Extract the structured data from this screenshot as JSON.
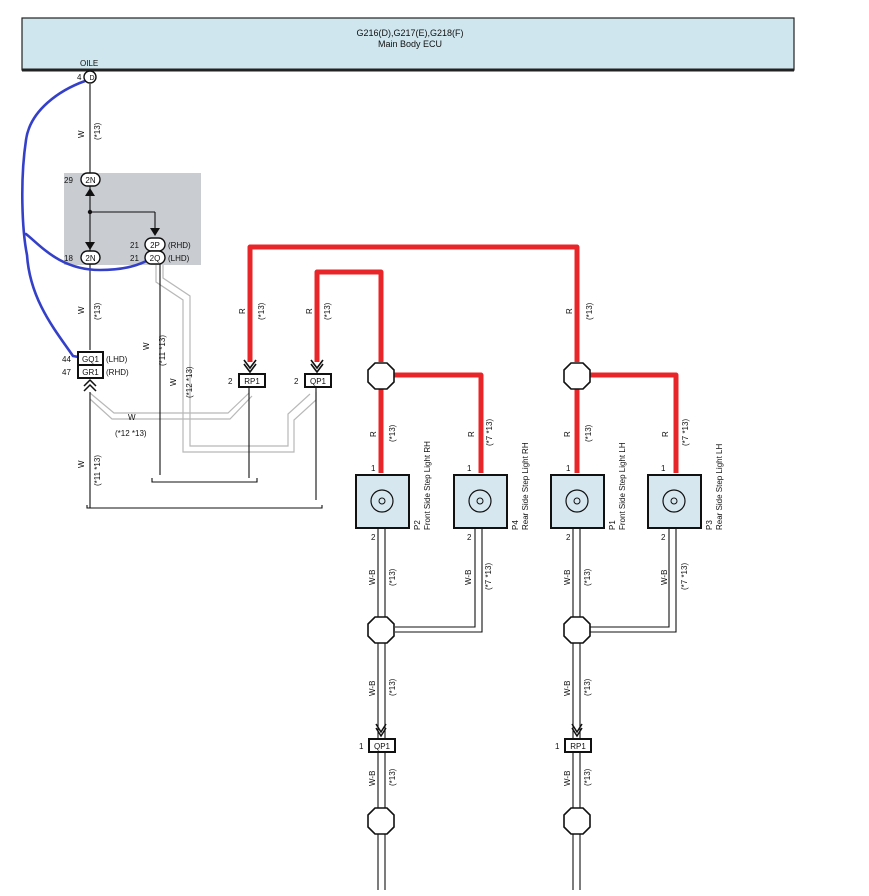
{
  "ecu": {
    "title": "G216(D),G217(E),G218(F)",
    "subtitle": "Main Body ECU",
    "terminal_name": "OILE",
    "terminal_pin": "4"
  },
  "junction_connectors": {
    "top": {
      "pin": "29",
      "code": "2N"
    },
    "bottom": {
      "pin": "18",
      "code": "2N"
    },
    "rhd": {
      "pin": "21",
      "code": "2P",
      "note": "(RHD)"
    },
    "lhd": {
      "pin": "21",
      "code": "2Q",
      "note": "(LHD)"
    }
  },
  "inline_connectors": {
    "gq1": {
      "pin": "44",
      "code": "GQ1",
      "note": "(LHD)"
    },
    "gr1": {
      "pin": "47",
      "code": "GR1",
      "note": "(RHD)"
    },
    "rp1_top": {
      "pin": "2",
      "code": "RP1"
    },
    "qp1_top": {
      "pin": "2",
      "code": "QP1"
    },
    "qp1_bottom": {
      "pin": "1",
      "code": "QP1"
    },
    "rp1_bottom": {
      "pin": "1",
      "code": "RP1"
    }
  },
  "wire_labels": {
    "w": "W",
    "r": "R",
    "wb": "W-B",
    "c13": "(*13)",
    "c11_13": "(*11 *13)",
    "c12_13": "(*12 *13)",
    "c7_13": "(*7 *13)"
  },
  "lights": [
    {
      "code": "P2",
      "name": "Front Side Step Light RH",
      "pin_in": "1",
      "pin_out": "2"
    },
    {
      "code": "P4",
      "name": "Rear Side Step Light RH",
      "pin_in": "1",
      "pin_out": "2"
    },
    {
      "code": "P1",
      "name": "Front Side Step Light LH",
      "pin_in": "1",
      "pin_out": "2"
    },
    {
      "code": "P3",
      "name": "Rear Side Step Light LH",
      "pin_in": "1",
      "pin_out": "2"
    }
  ],
  "colors": {
    "ecu_fill": "#cfe6ee",
    "junction_fill": "#c9ccd1",
    "light_fill": "#d7e7ef",
    "highlight_wire": "#e8262a",
    "annotation_pen": "#3440c8",
    "shield_wire": "#b8b8b8"
  }
}
